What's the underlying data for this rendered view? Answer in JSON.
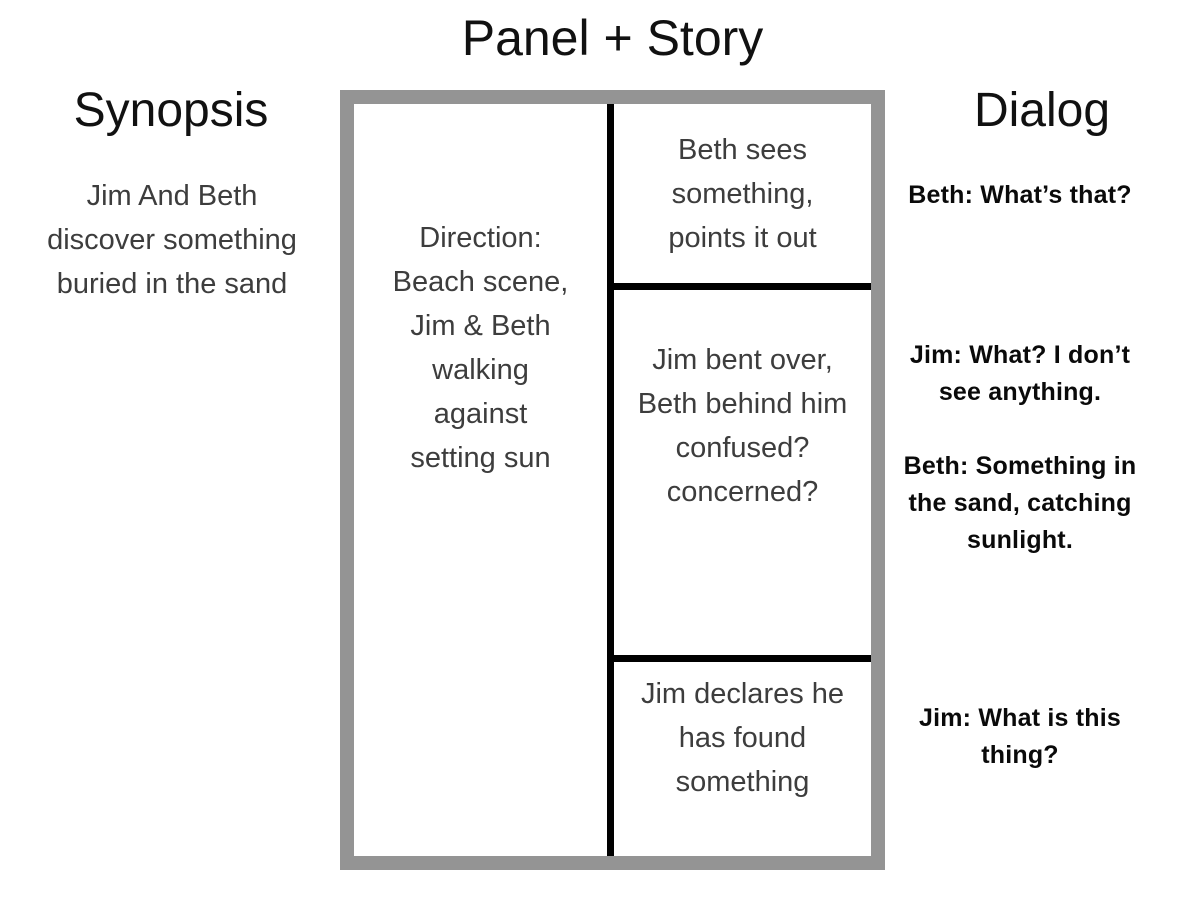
{
  "title": "Panel + Story",
  "synopsis": {
    "heading": "Synopsis",
    "body": "Jim And Beth\ndiscover something\nburied in the sand"
  },
  "storyboard": {
    "direction": "Direction:\nBeach scene,\nJim & Beth\nwalking\nagainst\nsetting sun",
    "panels": [
      {
        "label": "Beth sees\nsomething,\npoints it out"
      },
      {
        "label": "Jim bent over,\nBeth behind him\nconfused?\nconcerned?"
      },
      {
        "label": "Jim declares he\nhas found\nsomething"
      }
    ]
  },
  "dialog": {
    "heading": "Dialog",
    "entries": [
      {
        "speaker": "Beth",
        "text": "Beth: What’s that?"
      },
      {
        "speaker": "Jim",
        "text": "Jim: What? I don’t\nsee anything."
      },
      {
        "speaker": "Beth",
        "text": "Beth: Something in\nthe sand, catching\nsunlight."
      },
      {
        "speaker": "Jim",
        "text": "Jim: What is this\nthing?"
      }
    ]
  },
  "colors": {
    "frame_gray": "#949494",
    "divider_black": "#000000"
  }
}
